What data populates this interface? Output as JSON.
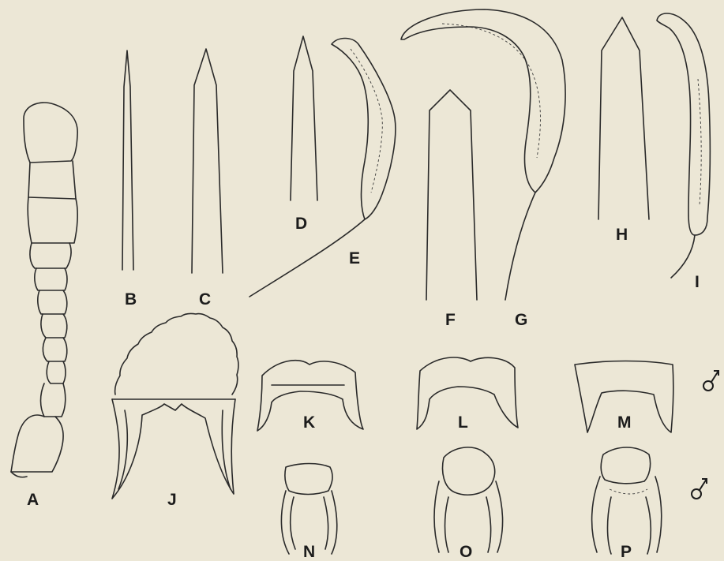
{
  "figure": {
    "background": "#ece7d6",
    "ink": "#2a2a2a",
    "labels": {
      "A": "A",
      "B": "B",
      "C": "C",
      "D": "D",
      "E": "E",
      "F": "F",
      "G": "G",
      "H": "H",
      "I": "I",
      "J": "J",
      "K": "K",
      "L": "L",
      "M": "M",
      "N": "N",
      "O": "O",
      "P": "P"
    },
    "male_symbol": "♂"
  }
}
